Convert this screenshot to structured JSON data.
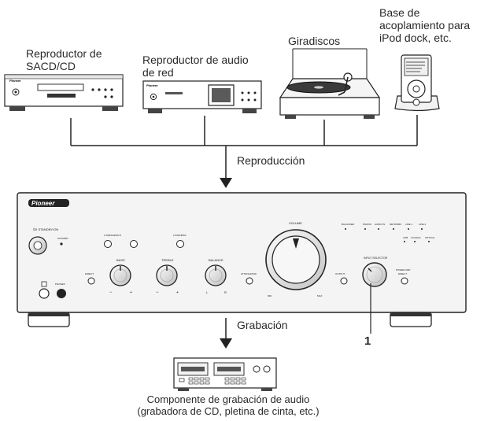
{
  "sources": [
    {
      "id": "sacd",
      "label_l1": "Reproductor de",
      "label_l2": "SACD/CD"
    },
    {
      "id": "net",
      "label_l1": "Reproductor de audio",
      "label_l2": "de red"
    },
    {
      "id": "turntable",
      "label_l1": "Giradiscos"
    },
    {
      "id": "ipod",
      "label_l1": "Base de",
      "label_l2": "acoplamiento para",
      "label_l3": "iPod dock, etc."
    }
  ],
  "flow": {
    "playback": "Reproducción",
    "recording": "Grabación"
  },
  "recorder": {
    "caption_l1": "Componente de grabación de audio",
    "caption_l2": "(grabadora de CD, pletina de cinta, etc.)"
  },
  "callout": "1",
  "amplifier": {
    "brand": "Pioneer",
    "labels": {
      "standby": "STANDBY/ON",
      "standby_led": "STANDBY",
      "bass": "BASS",
      "treble": "TREBLE",
      "balance": "BALANCE",
      "volume": "VOLUME",
      "input_selector": "INPUT SELECTOR",
      "phones": "PHONES",
      "direct": "DIRECT",
      "attenuator": "ATTENUATOR",
      "loudness": "LOUDNESS",
      "power_amp_direct": "POWER AMP DIRECT",
      "min": "MIN",
      "max": "MAX",
      "minus": "−",
      "plus": "+",
      "left": "L",
      "right": "R"
    },
    "inputs": [
      "BALANCED",
      "PHONO",
      "AUDIO IN",
      "NETWORK",
      "LINE 1",
      "LINE 2",
      "USB",
      "COAXIAL",
      "OPTICAL"
    ]
  },
  "colors": {
    "line": "#222222",
    "panel": "#f4f4f4",
    "knob": "#e0e0e0"
  }
}
